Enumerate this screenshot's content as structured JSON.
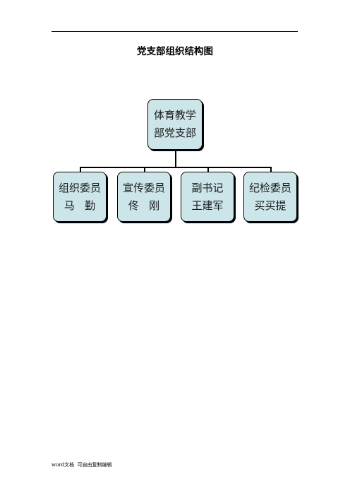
{
  "page": {
    "title": "党支部组织结构图",
    "footer": "word文档  可自由复制编辑"
  },
  "org_chart": {
    "root": {
      "lines": [
        "体育教学",
        "部党支部"
      ]
    },
    "children": [
      {
        "role": "组织委员",
        "person": "马   勤"
      },
      {
        "role": "宣传委员",
        "person": "佟   刚"
      },
      {
        "role": "副书记",
        "person": "王建军"
      },
      {
        "role": "纪检委员",
        "person": "买买提"
      }
    ]
  },
  "colors": {
    "node_fill": "#cce5e8",
    "node_border": "#000000",
    "connector": "#000000"
  }
}
